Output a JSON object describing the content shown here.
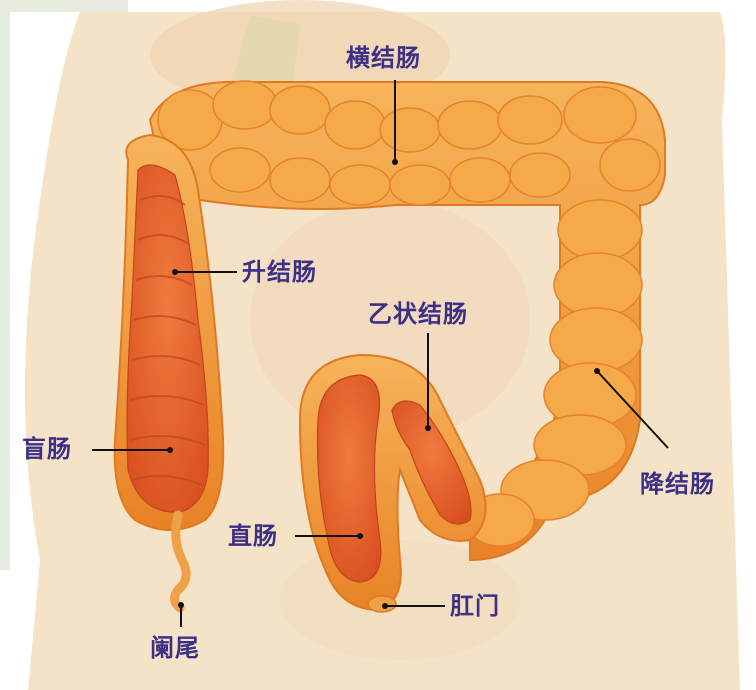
{
  "diagram": {
    "labels": {
      "transverse_colon": "横结肠",
      "ascending_colon": "升结肠",
      "sigmoid_colon": "乙状结肠",
      "cecum": "盲肠",
      "descending_colon": "降结肠",
      "rectum": "直肠",
      "anus": "肛门",
      "appendix": "阑尾"
    },
    "colors": {
      "label_text": "#3b2f86",
      "leader_line": "#111111",
      "colon_outer": "#f19a3c",
      "colon_inner": "#e8612c",
      "body_skin": "#f5e3c8",
      "panel_green": "#e6ebdf"
    }
  }
}
